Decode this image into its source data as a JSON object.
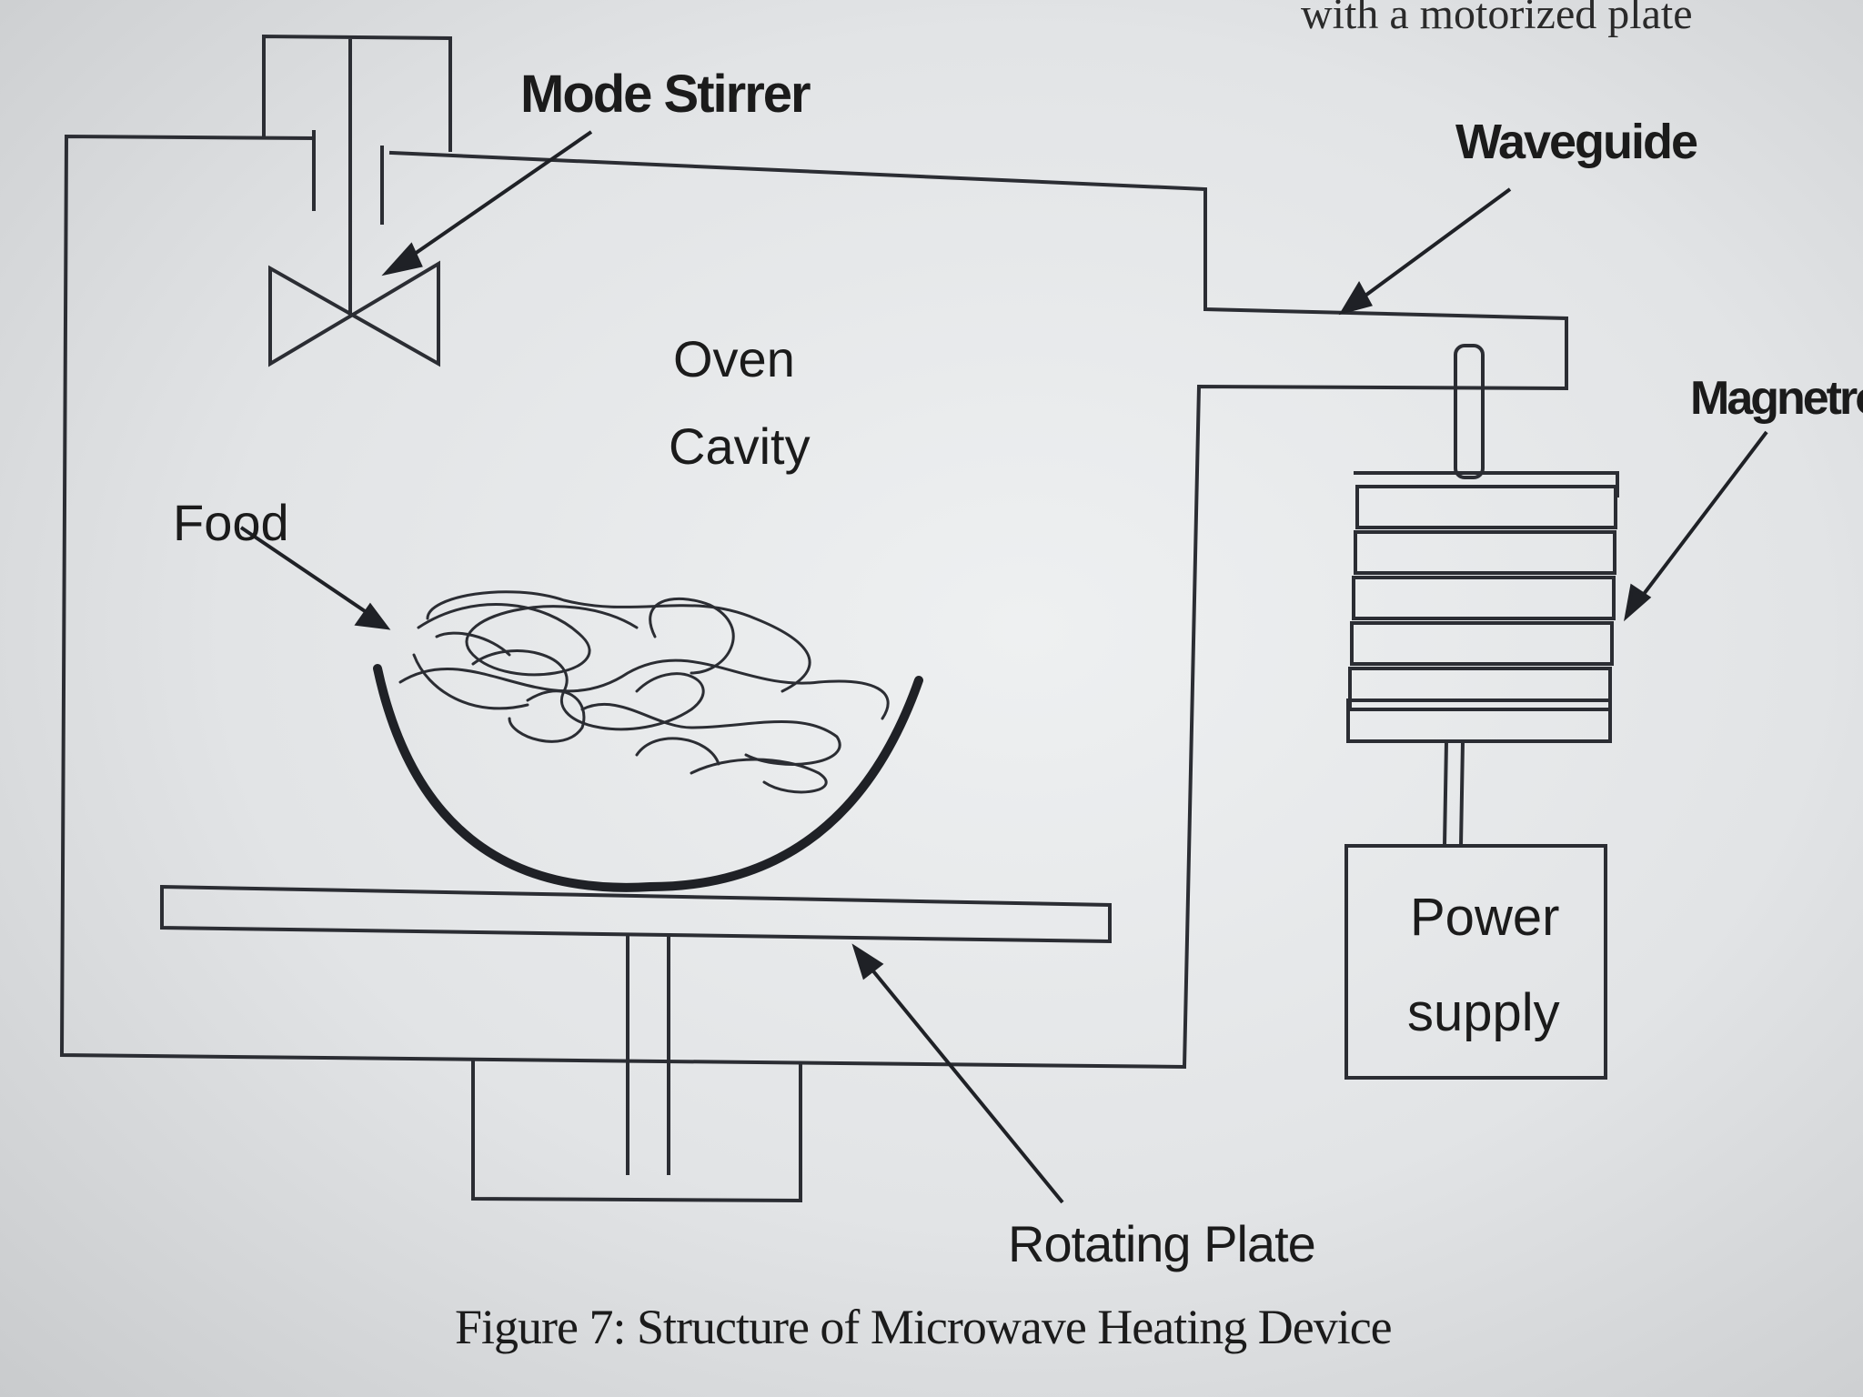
{
  "header_fragment": "with a motorized plate",
  "labels": {
    "mode_stirrer": "Mode Stirrer",
    "waveguide": "Waveguide",
    "magnetron": "Magnetron",
    "oven": "Oven",
    "cavity": "Cavity",
    "food": "Food",
    "power": "Power",
    "supply": "supply",
    "rotating_plate": "Rotating Plate"
  },
  "caption": "Figure 7: Structure of Microwave Heating Device",
  "colors": {
    "ink": "#1b1b1b",
    "line": "#2b2d33",
    "background": "#e6e8ea"
  }
}
